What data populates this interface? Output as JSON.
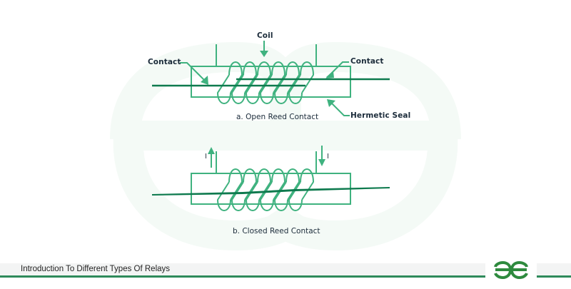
{
  "diagram": {
    "title": "Reed Relay Contacts",
    "colors": {
      "stroke": "#3fb27f",
      "contact": "#0e7a4e",
      "text": "#1b2b3a",
      "watermark": "#f4faf6",
      "footer_bg": "#f3f4f4",
      "footer_line": "#2e8a5b",
      "logo": "#2e8a3e"
    },
    "open": {
      "caption": "a. Open Reed Contact",
      "labels": {
        "coil": "Coil",
        "contact_left": "Contact",
        "contact_right": "Contact",
        "hermetic_seal": "Hermetic Seal"
      },
      "coil_turns": 6,
      "state": "open"
    },
    "closed": {
      "caption": "b. Closed Reed Contact",
      "current_label_left": "I",
      "current_label_right": "I",
      "current_direction_left": "up",
      "current_direction_right": "down",
      "coil_turns": 6,
      "state": "closed"
    }
  },
  "footer": {
    "title": "Introduction To Different Types Of Relays",
    "logo_icon": "geeksforgeeks-logo-icon"
  }
}
